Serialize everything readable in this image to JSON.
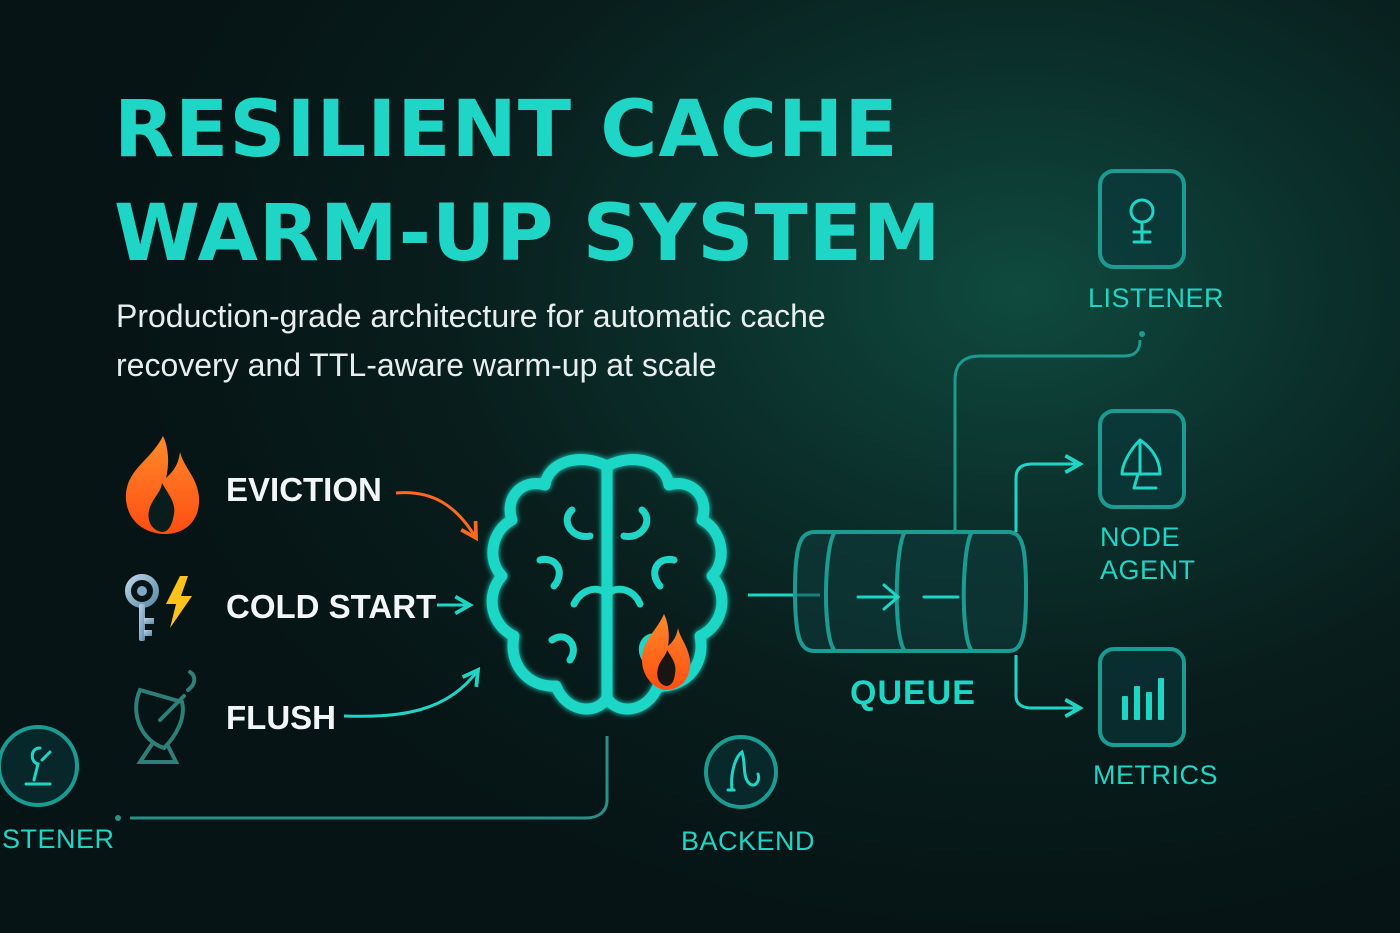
{
  "title": {
    "line1": "RESILIENT CACHE",
    "line2": "WARM-UP SYSTEM"
  },
  "subtitle": {
    "line1": "Production-grade architecture for automatic cache",
    "line2": "recovery and TTL-aware warm-up at scale"
  },
  "triggers": [
    {
      "label": "EVICTION",
      "icon": "flame-icon"
    },
    {
      "label": "COLD START",
      "icon": "key-bolt-icon"
    },
    {
      "label": "FLUSH",
      "icon": "satellite-dish-icon"
    }
  ],
  "core": {
    "icon": "brain-icon",
    "accent_icon": "flame-icon"
  },
  "queue": {
    "label": "QUEUE",
    "icon": "arrow-right-icon"
  },
  "consumers": {
    "listener": {
      "label": "LISTENER",
      "icon": "bulb-pin-icon"
    },
    "node_agent": {
      "line1": "NODE",
      "line2": "AGENT",
      "icon": "sail-icon"
    },
    "metrics": {
      "label": "METRICS",
      "icon": "bar-chart-icon"
    }
  },
  "bottom": {
    "listener_left": {
      "label": "STENER",
      "icon": "hook-icon"
    },
    "backend": {
      "label": "BACKEND",
      "icon": "script-icon"
    }
  },
  "colors": {
    "accent": "#1fd6c6",
    "flame": "#ff6a1f",
    "bolt": "#ffc21a",
    "background": "#081d1c"
  }
}
